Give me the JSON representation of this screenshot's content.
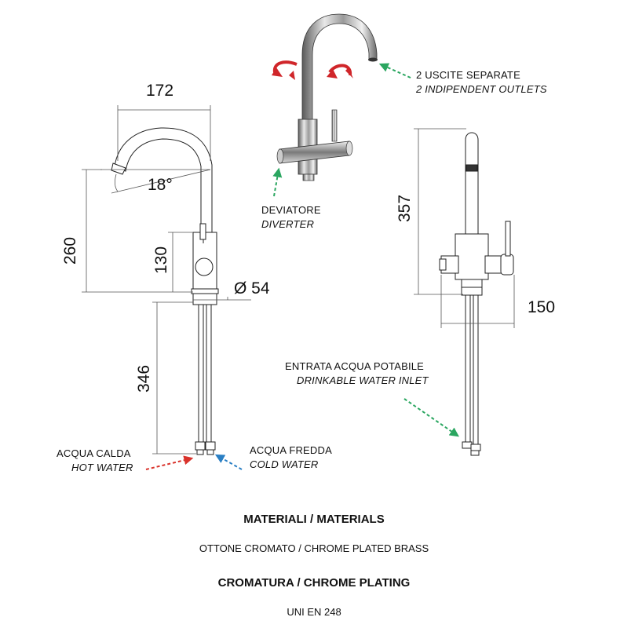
{
  "dimensions": {
    "width": "172",
    "angle": "18°",
    "height_total": "260",
    "height_body": "130",
    "diameter": "Ø 54",
    "height_pipes": "346",
    "height_side": "357",
    "depth_side": "150"
  },
  "labels": {
    "outlets_it": "2  USCITE  SEPARATE",
    "outlets_en": "2 INDIPENDENT OUTLETS",
    "diverter_it": "DEVIATORE",
    "diverter_en": "DIVERTER",
    "inlet_it": "ENTRATA ACQUA POTABILE",
    "inlet_en": "DRINKABLE WATER INLET",
    "hot_it": "ACQUA CALDA",
    "hot_en": "HOT WATER",
    "cold_it": "ACQUA FREDDA",
    "cold_en": "COLD WATER"
  },
  "specs": {
    "materials_title": "MATERIALI / MATERIALS",
    "materials_value": "OTTONE CROMATO  / CHROME PLATED BRASS",
    "plating_title": "CROMATURA / CHROME PLATING",
    "plating_value": "UNI EN 248"
  },
  "colors": {
    "hot_arrow": "#d9322b",
    "cold_arrow": "#2a7fc4",
    "green_arrow": "#2aa660",
    "rotation_arrow": "#d0262a"
  }
}
